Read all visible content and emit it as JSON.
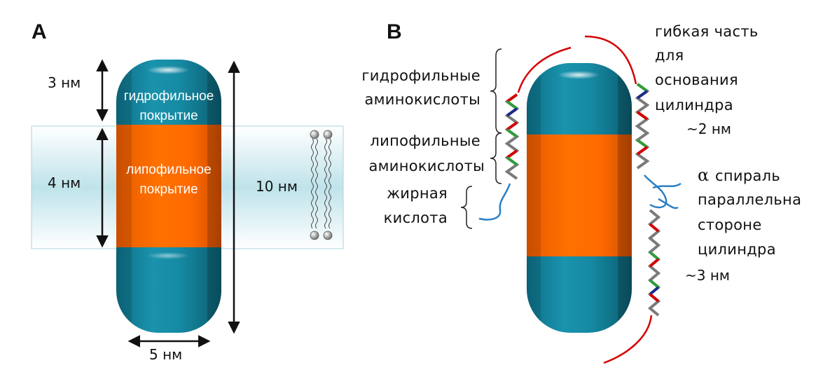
{
  "panel_a": {
    "label": "A",
    "top_thickness": "3 нм",
    "membrane_thickness": "4 нм",
    "total_height": "10 нм",
    "width": "5 нм",
    "hydrophilic_line1": "гидрофильное",
    "hydrophilic_line2": "покрытие",
    "lipophilic_line1": "липофильное",
    "lipophilic_line2": "покрытие"
  },
  "panel_b": {
    "label": "B",
    "hydrophilic_line1": "гидрофильные",
    "hydrophilic_line2": "аминокислоты",
    "lipophilic_line1": "липофильные",
    "lipophilic_line2": "аминокислоты",
    "fatty_line1": "жирная",
    "fatty_line2": "кислота",
    "flexible_line1": "гибкая часть",
    "flexible_line2": "для",
    "flexible_line3": "основания",
    "flexible_line4": "цилиндра",
    "flexible_size": "~2 нм",
    "helix_symbol": "α",
    "helix_line1": "спираль",
    "helix_line2": "параллельна",
    "helix_line3": "стороне",
    "helix_line4": "цилиндра",
    "helix_size": "~3 нм"
  },
  "colors": {
    "teal_cap": "#1a8aa2",
    "orange_band": "#ff6a00",
    "membrane": "#cfe9ef",
    "flex_chain": "#d40000",
    "fatty_chain": "#2b7fc4"
  }
}
